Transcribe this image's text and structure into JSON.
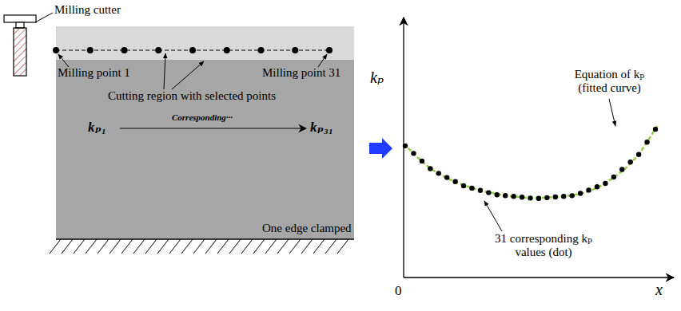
{
  "diagram": {
    "labels": [
      "Milling cutter",
      "Milling point 1",
      "Milling point 31",
      "Cutting region with selected points",
      "kₚ₁",
      "Corresponding···",
      "kₚ₃₁",
      "One edge clamped",
      "kₚ",
      "Equation of kₚ (fitted curve)",
      "31 corresponding kₚ values (dot)",
      "0",
      "x"
    ]
  }
}
